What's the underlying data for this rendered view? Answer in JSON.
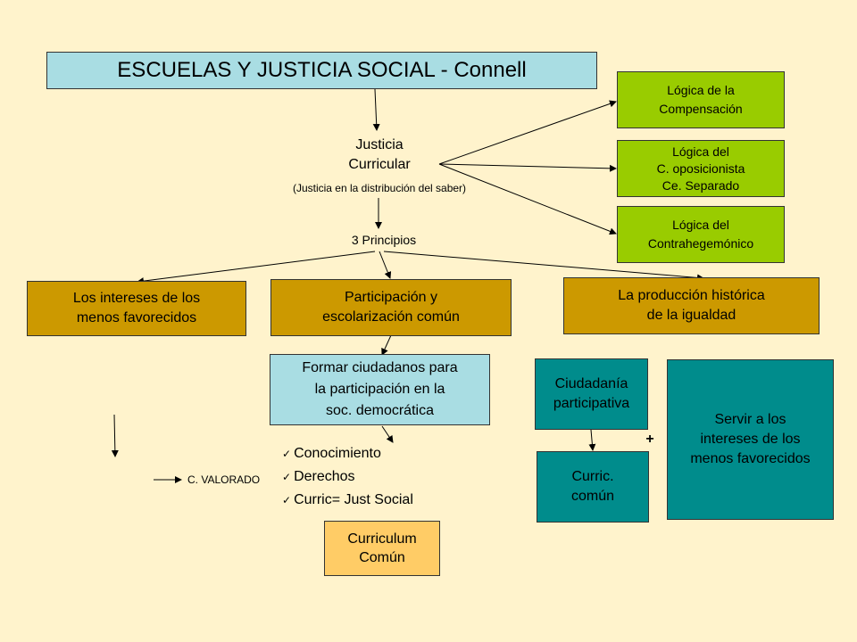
{
  "title": "ESCUELAS Y JUSTICIA SOCIAL -  Connell",
  "center": {
    "line1": "Justicia",
    "line2": "Curricular",
    "note": "(Justicia en la distribución del saber)"
  },
  "logics": [
    {
      "line1": "Lógica de la",
      "line2": "Compensación"
    },
    {
      "line1": "Lógica del",
      "line2": "C. oposicionista",
      "line3": "Ce. Separado"
    },
    {
      "line1": "Lógica del",
      "line2": "Contrahegemónico"
    }
  ],
  "principles_label": "3 Principios",
  "principles": [
    {
      "line1": "Los intereses de los",
      "line2": "menos favorecidos"
    },
    {
      "line1": "Participación y",
      "line2": "escolarización común"
    },
    {
      "line1": "La producción histórica",
      "line2": "de la igualdad"
    }
  ],
  "citizens": {
    "line1": "Formar ciudadanos para",
    "line2": "la participación en la",
    "line3": "soc. democrática"
  },
  "checklist": [
    "Conocimiento",
    "Derechos",
    "Curric= Just Social"
  ],
  "valorado": "C. VALORADO",
  "curriculum_comun": {
    "line1": "Curriculum",
    "line2": "Común"
  },
  "ciudadania": {
    "line1": "Ciudadanía",
    "line2": "participativa"
  },
  "curric_comun": {
    "line1": "Curric.",
    "line2": "común"
  },
  "plus": "+",
  "servir": {
    "line1": "Servir a los",
    "line2": "intereses de los",
    "line3": "menos favorecidos"
  }
}
